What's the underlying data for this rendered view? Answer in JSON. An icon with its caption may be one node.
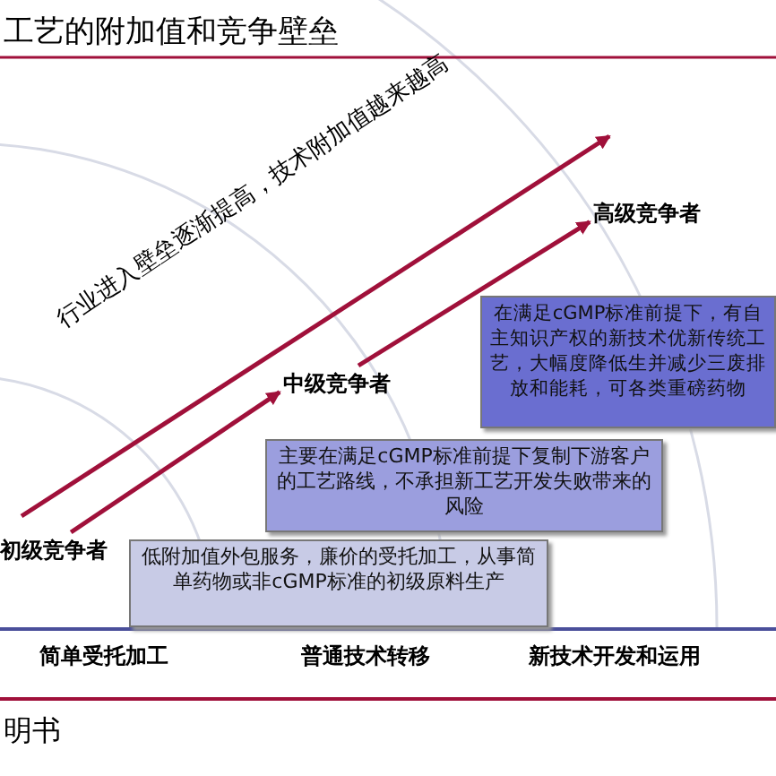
{
  "diagram": {
    "title": "工艺的附加值和竞争壁垒",
    "caption": "明书",
    "nodes": [
      {
        "text": [
          "初级竞争者"
        ]
      },
      {
        "text": [
          "低附加值外包服务，廉价的受托加工，从事简单药物或非cGMP标准的初级原料生产"
        ]
      },
      {
        "text": [
          "中级竞争者"
        ]
      },
      {
        "text": [
          "主要在满足cGMP标准前提下复制下游客户的工艺路线，不承担新工艺开发失败带来的风险"
        ]
      },
      {
        "text": [
          "高级竞争者"
        ]
      },
      {
        "text": [
          "在满足cGMP标准前提下，有自主知识产权的新技术优新传统工艺，大幅度降低生并减少三废排放和能耗，可各类重磅药物"
        ]
      }
    ],
    "edges": [
      {
        "from": 0,
        "to": 2,
        "arrow": "to"
      },
      {
        "from": 2,
        "to": 4,
        "arrow": "to"
      }
    ],
    "labels": [
      "行业进入壁垒逐渐提高，技术附加值越来越高",
      "简单受托加工",
      "普通技术转移",
      "新技术开发和运用"
    ]
  }
}
